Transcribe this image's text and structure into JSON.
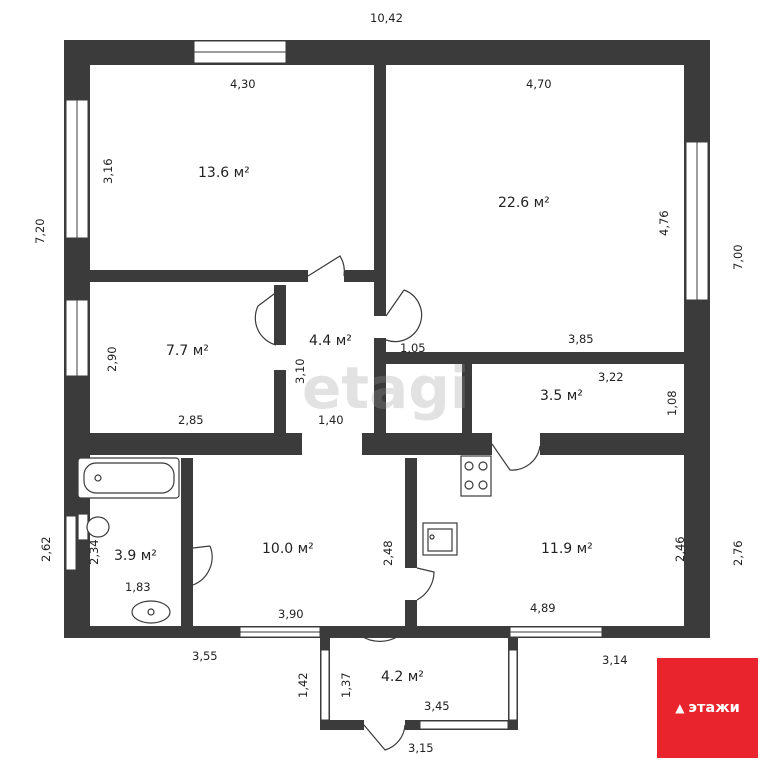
{
  "rooms": [
    {
      "id": "room-top-left",
      "area": "13.6 м²"
    },
    {
      "id": "room-top-right",
      "area": "22.6 м²"
    },
    {
      "id": "room-middle-left",
      "area": "7.7 м²"
    },
    {
      "id": "hall",
      "area": "4.4 м²"
    },
    {
      "id": "storage",
      "area": "3.5 м²"
    },
    {
      "id": "bathroom",
      "area": "3.9 м²"
    },
    {
      "id": "central-room",
      "area": "10.0 м²"
    },
    {
      "id": "kitchen",
      "area": "11.9 м²"
    },
    {
      "id": "porch",
      "area": "4.2 м²"
    }
  ],
  "dimensions": {
    "overall_width": "10,42",
    "top_left_width": "4,30",
    "top_right_width": "4,70",
    "top_left_height": "3,16",
    "top_right_height": "4,76",
    "left_height": "7,20",
    "right_height": "7,00",
    "mid_left_height": "2,90",
    "mid_left_width": "2,85",
    "hall_height": "3,10",
    "hall_width": "1,40",
    "hall_small": "1,05",
    "top_right_lower_width": "3,85",
    "storage_width": "3,22",
    "storage_height": "1,08",
    "bath_outer_height": "2,62",
    "bath_inner_height": "2,34",
    "bath_width": "1,83",
    "central_height": "2,48",
    "central_width": "3,90",
    "kitchen_height": "2,46",
    "kitchen_width": "4,89",
    "right_lower_height": "2,76",
    "bottom_left_width": "3,55",
    "bottom_right_width": "3,14",
    "porch_outer_height": "1,42",
    "porch_inner_height": "1,37",
    "porch_width": "3,45",
    "porch_bottom_width": "3,15"
  },
  "watermark": "etagi",
  "logo": {
    "text": "этажи",
    "mark": "▲"
  }
}
